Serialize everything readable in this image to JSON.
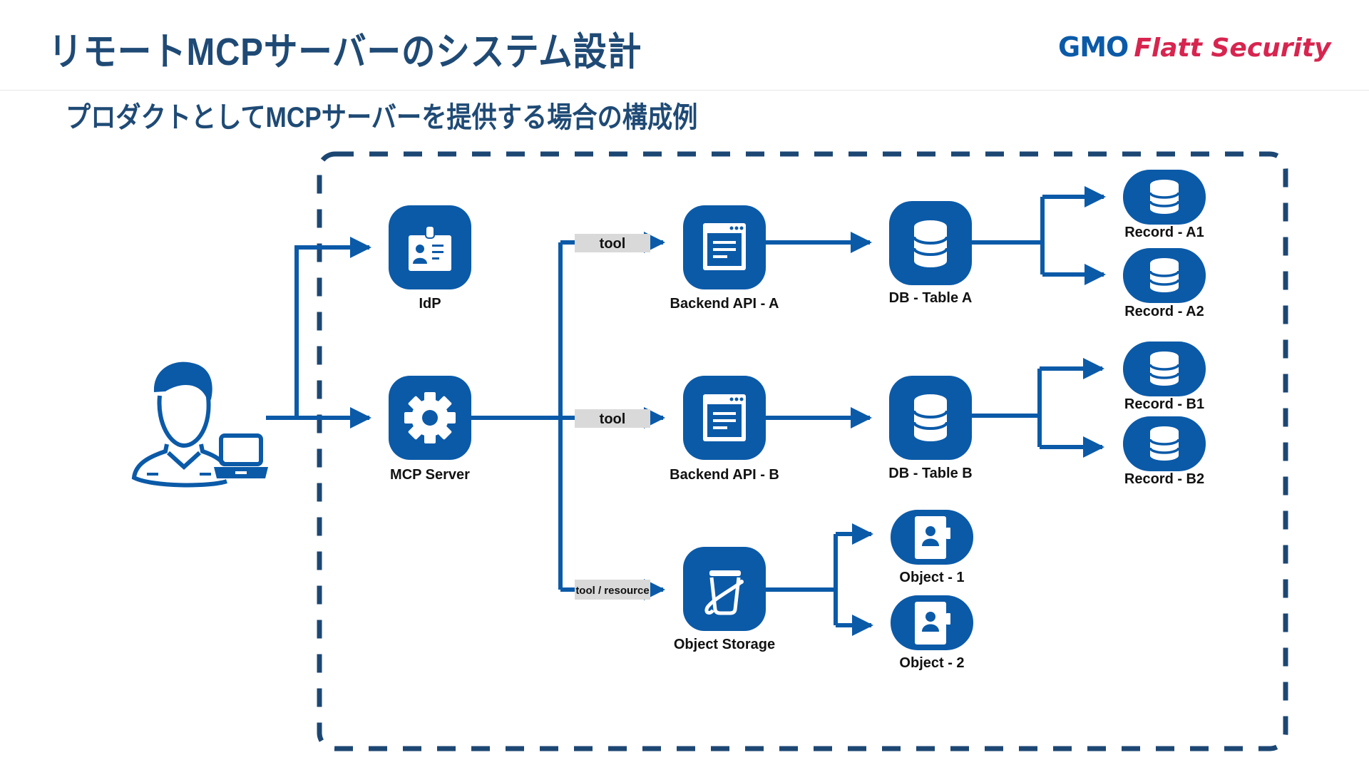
{
  "header": {
    "title": "リモートMCPサーバーのシステム設計",
    "logo_gmo": "GMO",
    "logo_flatt": "Flatt Security"
  },
  "subtitle": "プロダクトとしてMCPサーバーを提供する場合の構成例",
  "colors": {
    "title": "#1f4a75",
    "node": "#0b5aa8",
    "dashed_border": "#1d4773",
    "tag_bg": "#d9d9d9",
    "logo_gmo": "#0b5aa8",
    "logo_flatt": "#d7254f"
  },
  "diagram": {
    "user": {
      "icon": "user-with-laptop-icon"
    },
    "nodes": {
      "idp": {
        "label": "IdP",
        "icon": "id-badge-icon"
      },
      "mcp_server": {
        "label": "MCP Server",
        "icon": "gear-icon"
      },
      "backend_a": {
        "label": "Backend API - A",
        "icon": "browser-window-icon"
      },
      "backend_b": {
        "label": "Backend API - B",
        "icon": "browser-window-icon"
      },
      "object_storage": {
        "label": "Object Storage",
        "icon": "bucket-icon"
      },
      "db_a": {
        "label": "DB - Table A",
        "icon": "database-icon"
      },
      "db_b": {
        "label": "DB - Table B",
        "icon": "database-icon"
      },
      "record_a1": {
        "label": "Record - A1",
        "icon": "database-icon"
      },
      "record_a2": {
        "label": "Record - A2",
        "icon": "database-icon"
      },
      "record_b1": {
        "label": "Record - B1",
        "icon": "database-icon"
      },
      "record_b2": {
        "label": "Record - B2",
        "icon": "database-icon"
      },
      "object_1": {
        "label": "Object - 1",
        "icon": "contact-book-icon"
      },
      "object_2": {
        "label": "Object - 2",
        "icon": "contact-book-icon"
      }
    },
    "edge_tags": {
      "to_backend_a": "tool",
      "to_backend_b": "tool",
      "to_object_storage": "tool / resource"
    }
  }
}
